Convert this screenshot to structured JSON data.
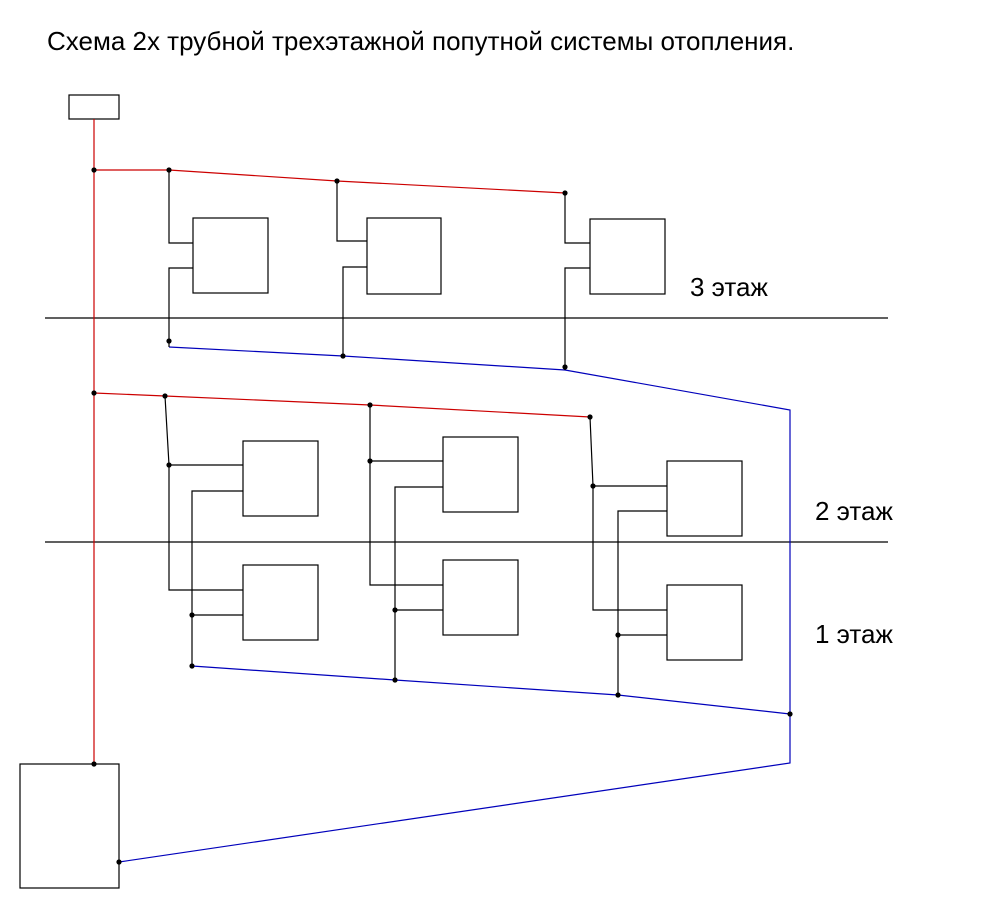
{
  "title": "Схема 2х трубной трехэтажной попутной  системы отопления.",
  "floors": {
    "third": "3 этаж",
    "second": "2 этаж",
    "first": "1 этаж"
  },
  "colors": {
    "supply": "#cc0000",
    "return": "#0000bb",
    "lines": "#000000"
  }
}
